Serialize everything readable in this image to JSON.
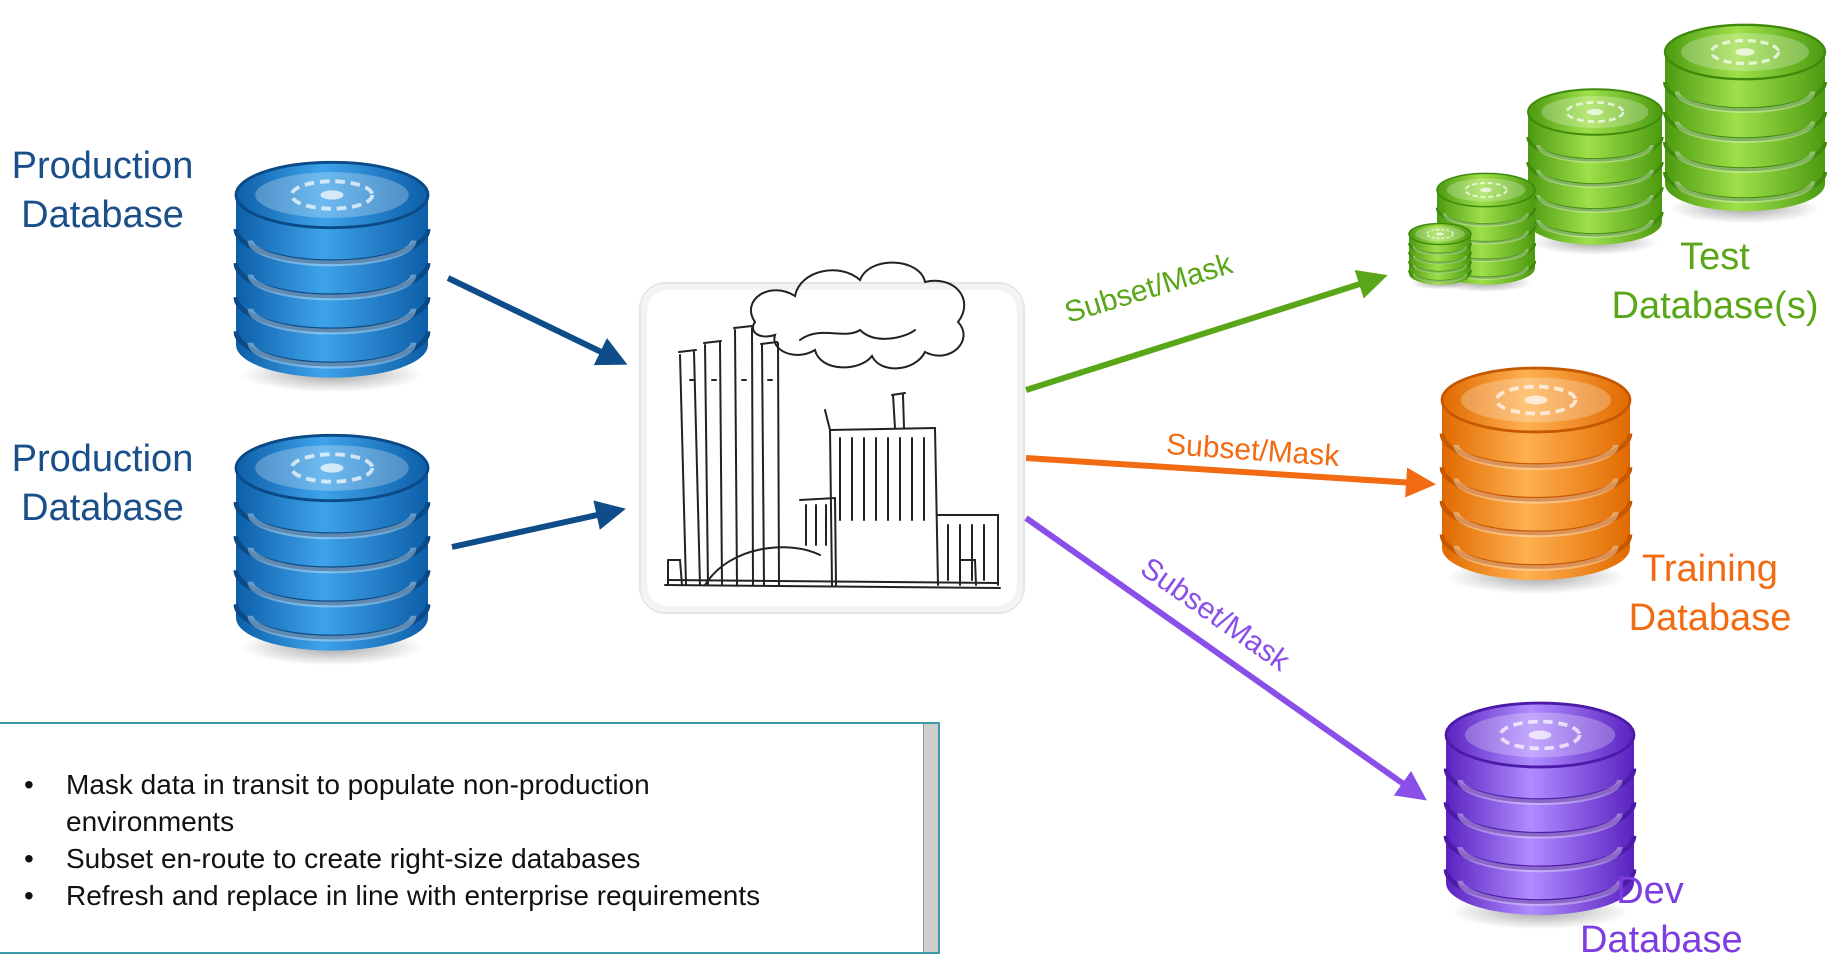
{
  "sources": [
    {
      "label_line1": "Production",
      "label_line2": "Database"
    },
    {
      "label_line1": "Production",
      "label_line2": "Database"
    }
  ],
  "targets": {
    "test": {
      "label_line1": "Test",
      "label_line2": "Database(s)"
    },
    "training": {
      "label_line1": "Training",
      "label_line2": "Database"
    },
    "dev": {
      "label_line1": "Dev",
      "label_line2": "Database"
    }
  },
  "flows": {
    "test": "Subset/Mask",
    "training": "Subset/Mask",
    "dev": "Subset/Mask"
  },
  "bullets": [
    {
      "marker": "•",
      "text": "Mask data in transit to populate non-production",
      "text2": "environments"
    },
    {
      "marker": "•",
      "text": "Subset en-route to create right-size databases"
    },
    {
      "marker": "•",
      "text": "Refresh and replace in line with enterprise requirements"
    }
  ],
  "colors": {
    "production": "#1f7fcf",
    "source_label": "#1a4f8a",
    "test": "#66b81c",
    "training": "#f58220",
    "dev": "#7d3de0",
    "arrow_source": "#0f4c8a",
    "arrow_test": "#5aa619",
    "arrow_training": "#f26a12",
    "arrow_dev": "#8a4fe8"
  },
  "icons": {
    "database": "database-cylinder-icon",
    "factory": "factory-sketch-icon"
  }
}
